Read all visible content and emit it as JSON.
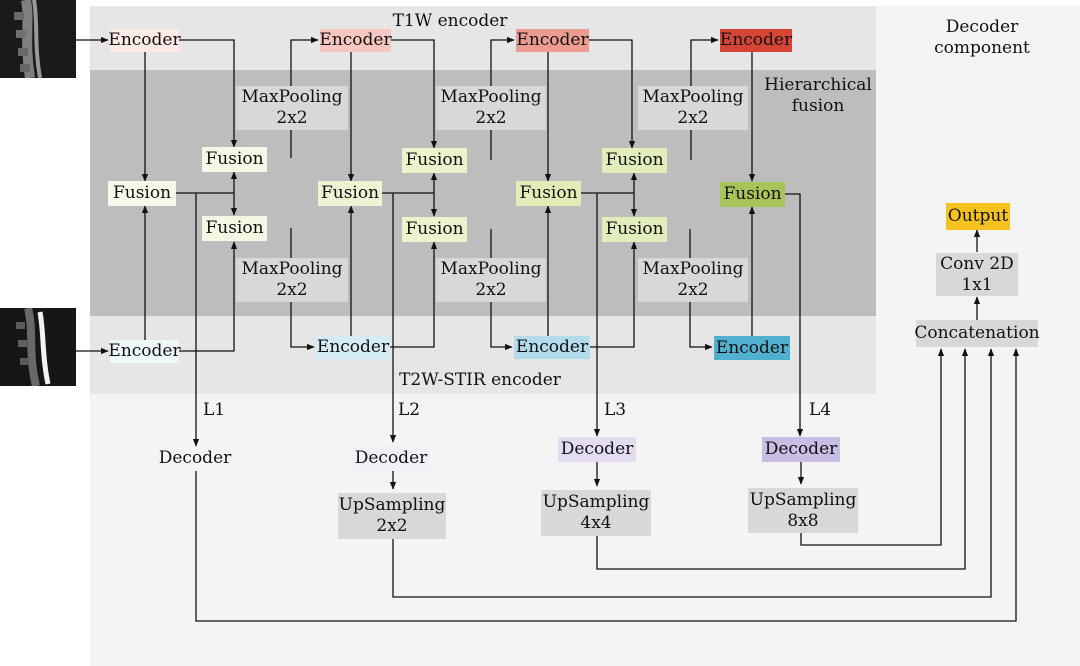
{
  "labels": {
    "t1w_encoder": "T1W encoder",
    "t2w_encoder": "T2W-STIR encoder",
    "hierarchical_fusion": "Hierarchical\nfusion",
    "decoder_component": "Decoder\ncomponent"
  },
  "level_labels": [
    "L1",
    "L2",
    "L3",
    "L4"
  ],
  "nodes": {
    "t1_enc0": "Encoder",
    "t1_enc1": "Encoder",
    "t1_enc2": "Encoder",
    "t1_enc3": "Encoder",
    "t2_enc0": "Encoder",
    "t2_enc1": "Encoder",
    "t2_enc2": "Encoder",
    "t2_enc3": "Encoder",
    "fusion_l1": "Fusion",
    "fusion_l2": "Fusion",
    "fusion_l3": "Fusion",
    "fusion_l4": "Fusion",
    "fusion_top1": "Fusion",
    "fusion_top2": "Fusion",
    "fusion_top3": "Fusion",
    "fusion_bot1": "Fusion",
    "fusion_bot2": "Fusion",
    "fusion_bot3": "Fusion",
    "maxpool_top1": "MaxPooling\n2x2",
    "maxpool_top2": "MaxPooling\n2x2",
    "maxpool_top3": "MaxPooling\n2x2",
    "maxpool_bot1": "MaxPooling\n2x2",
    "maxpool_bot2": "MaxPooling\n2x2",
    "maxpool_bot3": "MaxPooling\n2x2",
    "decoder_l1": "Decoder",
    "decoder_l2": "Decoder",
    "decoder_l3": "Decoder",
    "decoder_l4": "Decoder",
    "upsampling_l2": "UpSampling\n2x2",
    "upsampling_l3": "UpSampling\n4x4",
    "upsampling_l4": "UpSampling\n8x8",
    "concatenation": "Concatenation",
    "conv2d": "Conv 2D\n1x1",
    "output": "Output"
  },
  "colors": {
    "t1_enc": [
      "#fbeae6",
      "#f6c7c1",
      "#ee9c92",
      "#d64534"
    ],
    "t2_enc": [
      "#eef7fa",
      "#d5ecf4",
      "#b2dcec",
      "#4fb1cf"
    ],
    "fusion_level": [
      "#f7f8ea",
      "#eef3d4",
      "#e2ecb6",
      "#a9c35b"
    ],
    "fusion_inner": [
      "#f3f7e3",
      "#eaf3cc",
      "#e1eebb"
    ],
    "decoder": [
      "#ffffff",
      "#f1eff8",
      "#e4ddf2",
      "#c9bde6"
    ],
    "output": "#f6c21d",
    "gray_box": "#d8d8d8",
    "encoder_band": "#e6e6e6",
    "fusion_band": "#bdbdbd",
    "decoder_panel": "#f4f4f4"
  }
}
